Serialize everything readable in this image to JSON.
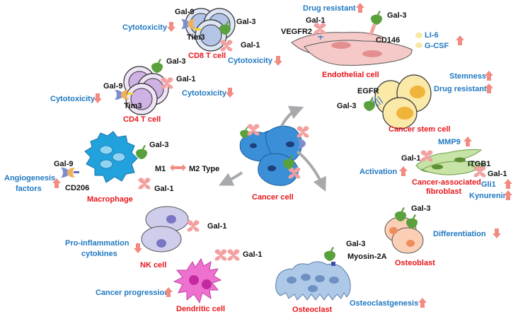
{
  "cells": {
    "cd8_t_cell": "CD8 T cell",
    "cd4_t_cell": "CD4 T cell",
    "endothelial_cell": "Endothelial cell",
    "cancer_stem_cell": "Cancer stem cell",
    "macrophage": "Macrophage",
    "cancer_cell": "Cancer cell",
    "caf_line1": "Cancer-associated",
    "caf_line2": "fibroblast",
    "nk_cell": "NK cell",
    "osteoblast": "Osteoblast",
    "dendritic_cell": "Dendritic cell",
    "osteoclast": "Osteoclast"
  },
  "molecules": {
    "cd8_gal9": "Gal-9",
    "cd8_tim3": "Tim3",
    "cd8_gal3": "Gal-3",
    "cd8_gal1": "Gal-1",
    "cd4_gal3": "Gal-3",
    "cd4_gal1": "Gal-1",
    "cd4_gal9": "Gal-9",
    "cd4_tim3": "Tim3",
    "endo_gal1": "Gal-1",
    "endo_vegfr2": "VEGFR2",
    "endo_gal3": "Gal-3",
    "endo_cd146": "CD146",
    "csc_egfr": "EGFR",
    "csc_gal3": "Gal-3",
    "mac_gal9": "Gal-9",
    "mac_cd206": "CD206",
    "mac_gal3": "Gal-3",
    "mac_m1": "M1",
    "mac_m2": "M2 Type",
    "mac_gal1": "Gal-1",
    "caf_gal1_left": "Gal-1",
    "caf_itgb1": "ITGB1",
    "caf_gal1_right": "Gal-1",
    "nk_gal1": "Gal-1",
    "ob_gal3": "Gal-3",
    "dc_gal1": "Gal-1",
    "oc_gal3": "Gal-3",
    "oc_myosin": "Myosin-2A"
  },
  "effects": {
    "cd8_cytotox_left": "Cytotoxicity",
    "cd8_cytotox_below": "Cytotoxicity",
    "cd4_cytotox_left": "Cytotoxicity",
    "cd4_cytotox_right": "Cytotoxicity",
    "endo_drug_resistant": "Drug resistant",
    "endo_il6": "LI-6",
    "endo_gcsf": "G-CSF",
    "csc_stemness": "Stemness",
    "csc_drug_resistant": "Drug resistant",
    "mac_angio_line1": "Angiogenesis",
    "mac_angio_line2": "factors",
    "caf_mmp9": "MMP9",
    "caf_activation": "Activation",
    "caf_gli1": "Gli1",
    "caf_kynurenin": "Kynurenin",
    "nk_proinf_line1": "Pro-inflammation",
    "nk_proinf_line2": "cytokines",
    "ob_differentiation": "Differentiation",
    "dc_progression": "Cancer progression",
    "oc_osteoclastgenesis": "Osteoclastgenesis"
  },
  "colors": {
    "cell_label": "#e8161b",
    "effect_text": "#1f78c1",
    "arrow": "#f28b82",
    "galectin1": "#f3a0a0",
    "galectin3": "#5aa03c",
    "galectin9": "#7b8fd0",
    "tim3": "#f2b05c"
  }
}
